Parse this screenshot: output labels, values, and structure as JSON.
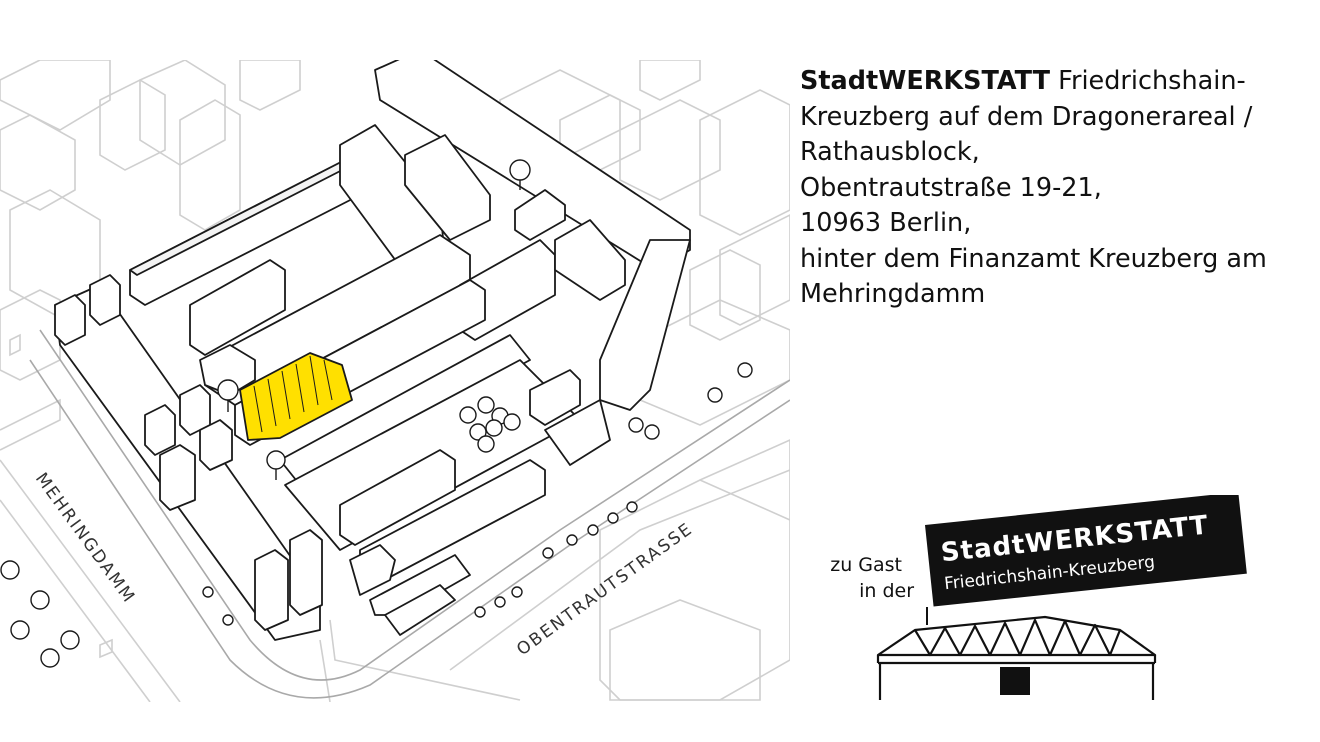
{
  "address": {
    "name_bold": "StadtWERKSTATT",
    "name_rest": " Friedrichshain-",
    "line2": "Kreuzberg auf dem Dragonerareal /",
    "line3": "Rathausblock,",
    "line4": "Obentrautstraße 19-21,",
    "line5": "10963 Berlin,",
    "line6": "hinter dem Finanzamt Kreuzberg am",
    "line7": "Mehringdamm"
  },
  "map": {
    "street_west": "MEHRINGDAMM",
    "street_south": "OBENTRAUTSTRASSE",
    "highlight_color": "#ffe000"
  },
  "logo": {
    "guest_line1": "zu Gast",
    "guest_line2": "in der",
    "title": "StadtWERKSTATT",
    "subtitle": "Friedrichshain-Kreuzberg"
  }
}
